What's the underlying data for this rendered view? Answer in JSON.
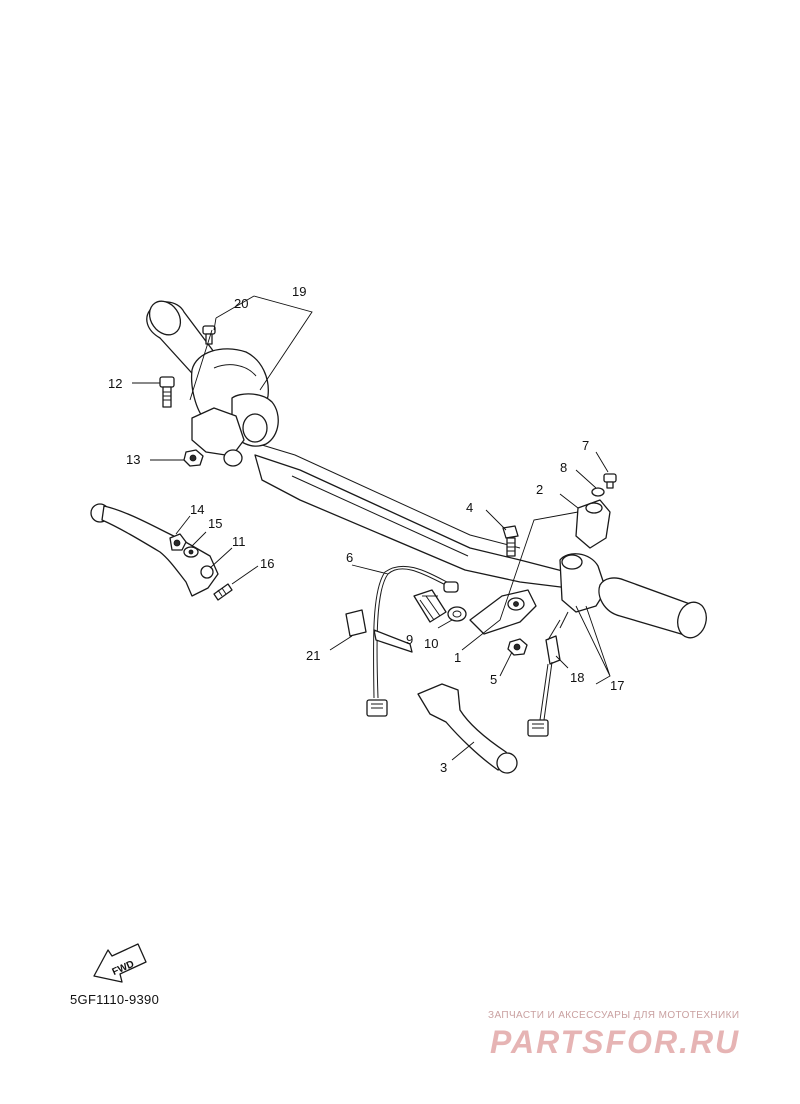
{
  "callouts": {
    "c1": "1",
    "c2": "2",
    "c3": "3",
    "c4": "4",
    "c5": "5",
    "c6": "6",
    "c7": "7",
    "c8": "8",
    "c9": "9",
    "c10": "10",
    "c11": "11",
    "c12": "12",
    "c13": "13",
    "c14": "14",
    "c15": "15",
    "c16": "16",
    "c17": "17",
    "c18": "18",
    "c19": "19",
    "c20": "20",
    "c21": "21"
  },
  "fwd_label": "FWD",
  "diagram_code": "5GF1110-9390",
  "watermark": {
    "tagline": "ЗАПЧАСТИ И АКСЕССУАРЫ ДЛЯ МОТОТЕХНИКИ",
    "brand": "PARTSFOR.RU"
  }
}
